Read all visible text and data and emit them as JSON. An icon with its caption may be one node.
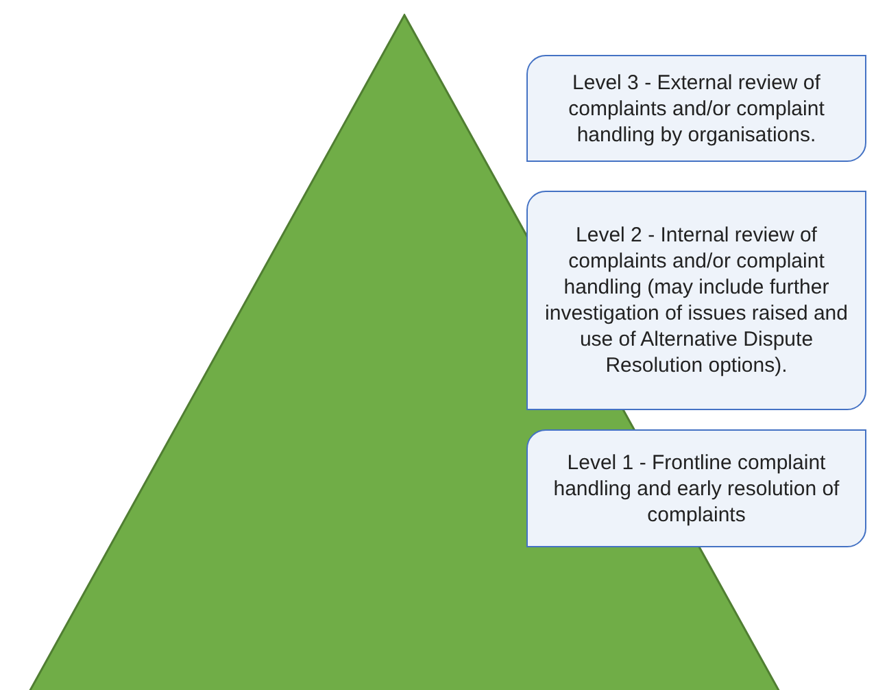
{
  "diagram": {
    "nodes": [
      {
        "text": [],
        "shape": "triangle"
      },
      {
        "text": [
          "Level 3 - External review of complaints and/or complaint handling by organisations."
        ]
      },
      {
        "text": [
          "Level 2 - Internal review of complaints and/or complaint handling (may include further investigation of issues raised and use of Alternative Dispute Resolution options)."
        ]
      },
      {
        "text": [
          "Level 1 - Frontline complaint handling and early resolution of complaints"
        ]
      }
    ],
    "edges": []
  }
}
